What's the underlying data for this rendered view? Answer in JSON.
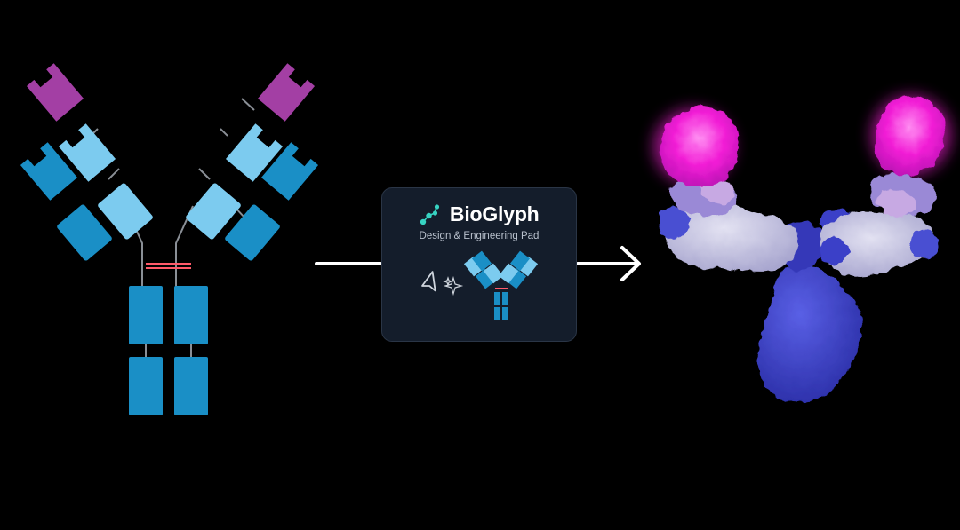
{
  "pad": {
    "brand_name": "BioGlyph",
    "tagline": "Design & Engineering Pad",
    "logo_icon": "molecule-icon",
    "cursor_icon": "pointer-cursor-icon",
    "sparkle_icon": "sparkle-icon"
  },
  "diagram": {
    "left_figure": "antibody-schematic",
    "right_figure": "antibody-3d-surface-render",
    "arrow_icon": "arrow-right-icon"
  },
  "colors": {
    "background": "#000000",
    "card": "#141d2b",
    "fab_tip": "#a33fa4",
    "light_chain": "#7ccbef",
    "heavy_chain": "#1a8fc6",
    "hinge_line": "#ff5a6a",
    "accent_teal": "#37d3c2",
    "surface_magenta": "#ff22dd",
    "surface_lavender": "#c6c3df",
    "surface_blue": "#3a3fc8",
    "arrow": "#ffffff"
  }
}
